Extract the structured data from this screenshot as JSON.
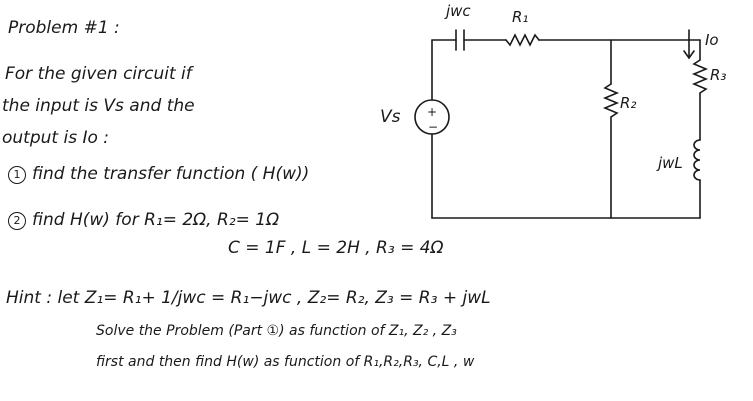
{
  "problem": {
    "title": "Problem #1 :",
    "intro_lines": [
      "For the given circuit if",
      "the input is Vs and the",
      "output is Io :"
    ],
    "part1_num": "1",
    "part1_text": "find the transfer function ( H(w))",
    "part2_num": "2",
    "part2_line1": "find H(w) for R₁= 2Ω, R₂= 1Ω",
    "part2_line2": "C = 1F , L = 2H , R₃ = 4Ω"
  },
  "hint": {
    "line1": "Hint : let Z₁= R₁+ 1/jwc = R₁−jwc , Z₂= R₂, Z₃ = R₃ + jwL",
    "line2": "Solve the Problem (Part ①) as function of Z₁, Z₂ , Z₃",
    "line3": "first and then find H(w) as function of R₁,R₂,R₃, C,L , w"
  },
  "circuit": {
    "cap_label": "jwc",
    "r1_label": "R₁",
    "r2_label": "R₂",
    "r3_label": "R₃",
    "l_label": "jwL",
    "io_label": "Io",
    "vs_label": "Vs",
    "plus": "+",
    "minus": "−"
  },
  "colors": {
    "ink": "#1a1a1a",
    "background": "#ffffff"
  }
}
